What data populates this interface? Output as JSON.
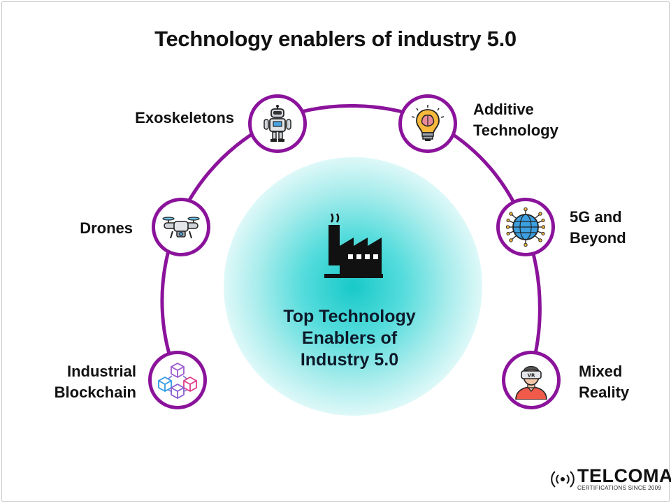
{
  "title": "Technology enablers of industry 5.0",
  "center": {
    "line1": "Top Technology",
    "line2": "Enablers of",
    "line3": "Industry 5.0"
  },
  "enablers": [
    {
      "lines": [
        "Exoskeletons"
      ],
      "icon": "robot-icon"
    },
    {
      "lines": [
        "Additive",
        "Technology"
      ],
      "icon": "lightbulb-brain-icon"
    },
    {
      "lines": [
        "Drones"
      ],
      "icon": "drone-icon"
    },
    {
      "lines": [
        "5G and",
        "Beyond"
      ],
      "icon": "globe-network-icon"
    },
    {
      "lines": [
        "Industrial",
        "Blockchain"
      ],
      "icon": "blockchain-cubes-icon"
    },
    {
      "lines": [
        "Mixed",
        "Reality"
      ],
      "icon": "vr-headset-person-icon"
    }
  ],
  "logo": {
    "name": "TELCOMA",
    "tagline": "CERTIFICATIONS SINCE 2009"
  },
  "colors": {
    "ring": "#8b139b",
    "glow": "#18c9c9"
  }
}
